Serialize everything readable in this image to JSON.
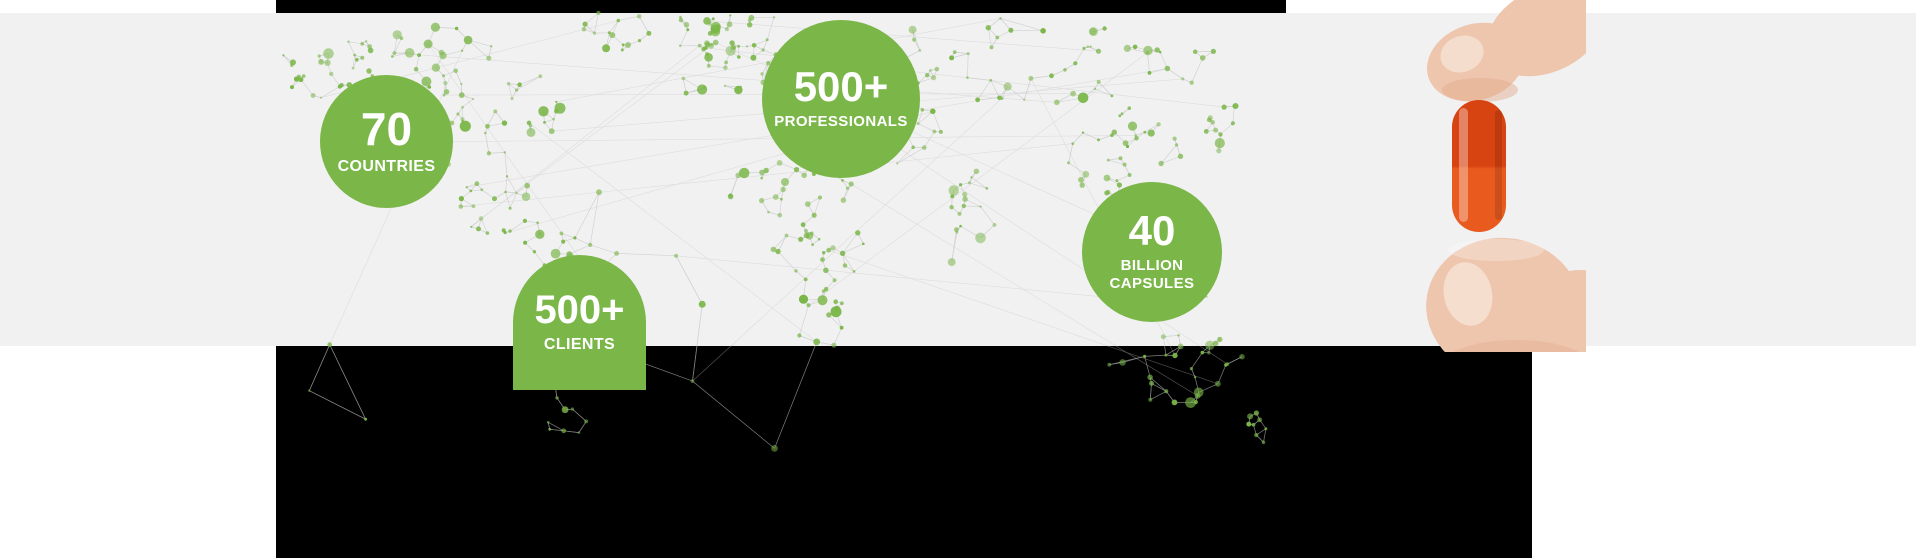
{
  "banner": {
    "colors": {
      "accent_green": "#7ab648",
      "band_gray": "#f1f1f2",
      "panel_black": "#000000"
    },
    "map": {
      "dot_color": "#7ab648",
      "line_color": "#c4c4c4"
    },
    "stats": [
      {
        "id": "countries",
        "value": "70",
        "label": "COUNTRIES"
      },
      {
        "id": "professionals",
        "value": "500+",
        "label": "PROFESSIONALS"
      },
      {
        "id": "capsules",
        "value": "40",
        "label_lines": [
          "BILLION",
          "CAPSULES"
        ]
      },
      {
        "id": "clients",
        "value": "500+",
        "label": "CLIENTS"
      }
    ],
    "capsule_photo": {
      "capsule_top_color": "#d84312",
      "capsule_bottom_color": "#e85a1e",
      "skin_color": "#eec6ae",
      "skin_shade_color": "#dfa98a",
      "nail_color": "#f6e0d3"
    }
  }
}
